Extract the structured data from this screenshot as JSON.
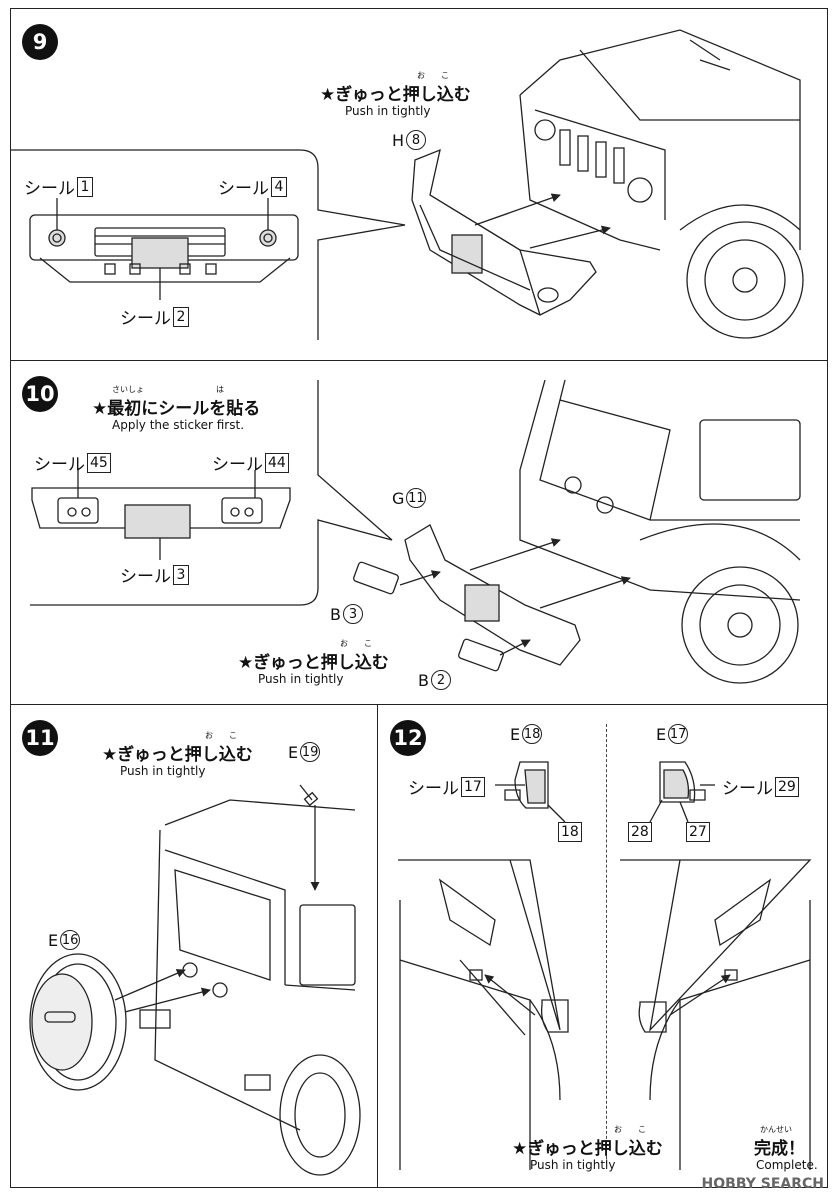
{
  "steps": [
    {
      "number": "9",
      "note_ruby": "お　　こ",
      "note_jp": "★ぎゅっと押し込む",
      "note_en": "Push in tightly",
      "part": {
        "letter": "H",
        "num": "8"
      },
      "stickers": [
        {
          "label": "シール",
          "num": "1"
        },
        {
          "label": "シール",
          "num": "4"
        },
        {
          "label": "シール",
          "num": "2"
        }
      ]
    },
    {
      "number": "10",
      "note_ruby": "さいしょ　　　　　　　　　は",
      "note_jp": "★最初にシールを貼る",
      "note_en": "Apply the sticker first.",
      "note2_ruby": "お　　こ",
      "note2_jp": "★ぎゅっと押し込む",
      "note2_en": "Push in tightly",
      "parts": [
        {
          "letter": "G",
          "num": "11"
        },
        {
          "letter": "B",
          "num": "3"
        },
        {
          "letter": "B",
          "num": "2"
        }
      ],
      "stickers": [
        {
          "label": "シール",
          "num": "45"
        },
        {
          "label": "シール",
          "num": "44"
        },
        {
          "label": "シール",
          "num": "3"
        }
      ]
    },
    {
      "number": "11",
      "note_ruby": "お　　こ",
      "note_jp": "★ぎゅっと押し込む",
      "note_en": "Push in tightly",
      "parts": [
        {
          "letter": "E",
          "num": "19"
        },
        {
          "letter": "E",
          "num": "16"
        }
      ]
    },
    {
      "number": "12",
      "note_ruby": "お　　こ",
      "note_jp": "★ぎゅっと押し込む",
      "note_en": "Push in tightly",
      "parts": [
        {
          "letter": "E",
          "num": "18"
        },
        {
          "letter": "E",
          "num": "17"
        }
      ],
      "stickers": [
        {
          "label": "シール",
          "num": "17"
        },
        {
          "label": "シール",
          "num": "29"
        }
      ],
      "sub_nums": [
        "18",
        "28",
        "27"
      ],
      "complete_ruby": "かんせい",
      "complete_jp": "完成！",
      "complete_en": "Complete."
    }
  ],
  "watermark": "HOBBY SEARCH"
}
